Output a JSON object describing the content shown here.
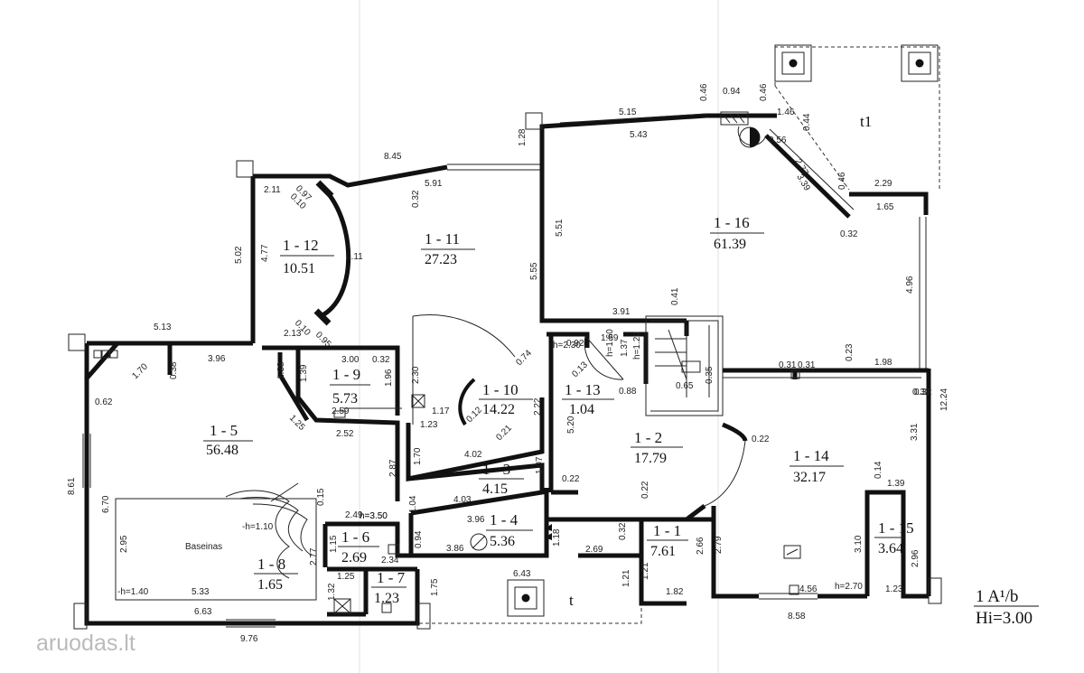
{
  "rooms": [
    {
      "id": "1 - 12",
      "area": "10.51"
    },
    {
      "id": "1 - 11",
      "area": "27.23"
    },
    {
      "id": "1 - 16",
      "area": "61.39"
    },
    {
      "id": "1 - 9",
      "area": "5.73"
    },
    {
      "id": "1 - 10",
      "area": "14.22"
    },
    {
      "id": "1 - 13",
      "area": "1.04"
    },
    {
      "id": "1 - 5",
      "area": "56.48"
    },
    {
      "id": "1 - 2",
      "area": "17.79"
    },
    {
      "id": "1 - 14",
      "area": "32.17"
    },
    {
      "id": "1 - 3",
      "area": "4.15"
    },
    {
      "id": "1 - 4",
      "area": "5.36"
    },
    {
      "id": "1 - 6",
      "area": "2.69"
    },
    {
      "id": "1 - 1",
      "area": "7.61"
    },
    {
      "id": "1 - 15",
      "area": "3.64"
    },
    {
      "id": "1 - 8",
      "area": "1.65"
    },
    {
      "id": "1 - 7",
      "area": "1.23"
    }
  ],
  "terraces": {
    "t1": "t1",
    "t": "t"
  },
  "pool": {
    "label": "Baseinas",
    "depth_shallow": "-h=1.10",
    "depth_deep": "-h=1.40"
  },
  "notes": {
    "h230": "h=2.30",
    "h160": "h=1.60",
    "h120": "h=1.20",
    "h350": "h=3.50",
    "h270": "h=2.70"
  },
  "legend": {
    "line1": "1 A¹/b",
    "line2": "Hi=3.00"
  },
  "watermark": "aruodas.lt",
  "dimensions": [
    "8.45",
    "5.15",
    "5.43",
    "0.94",
    "0.46",
    "0.46",
    "1.46",
    "0.44",
    "0.56",
    "2.77",
    "3.39",
    "0.46",
    "2.29",
    "1.65",
    "0.32",
    "1.28",
    "5.51",
    "5.55",
    "5.91",
    "0.32",
    "2.11",
    "0.10",
    "0.97",
    "4.77",
    "5.02",
    "0.11",
    "0.10",
    "0.95",
    "2.13",
    "3.91",
    "0.41",
    "4.96",
    "12.24",
    "5.13",
    "3.96",
    "0.38",
    "1.70",
    "0.62",
    "1.38",
    "3.00",
    "0.32",
    "1.39",
    "1.96",
    "2.30",
    "0.74",
    "0.92",
    "1.59",
    "1.37",
    "0.13",
    "0.88",
    "0.65",
    "0.35",
    "0.31",
    "0.31",
    "0.23",
    "1.98",
    "0.32",
    "3.31",
    "1.25",
    "2.59",
    "2.52",
    "1.17",
    "0.12",
    "2.22",
    "1.23",
    "0.21",
    "1.70",
    "4.02",
    "2.87",
    "1.07",
    "0.22",
    "5.20",
    "0.22",
    "0.22",
    "0.14",
    "1.39",
    "0.32",
    "8.61",
    "6.70",
    "0.15",
    "2.49",
    "h=3.50",
    "1.04",
    "4.03",
    "3.96",
    "1.18",
    "0.32",
    "2.69",
    "2.66",
    "2.79",
    "3.10",
    "2.96",
    "0.94",
    "3.86",
    "1.15",
    "2.34",
    "2.77",
    "1.25",
    "1.32",
    "1.21",
    "1.21",
    "1.82",
    "4.56",
    "1.23",
    "2.95",
    "5.33",
    "6.63",
    "9.76",
    "6.43",
    "1.75",
    "8.58"
  ]
}
